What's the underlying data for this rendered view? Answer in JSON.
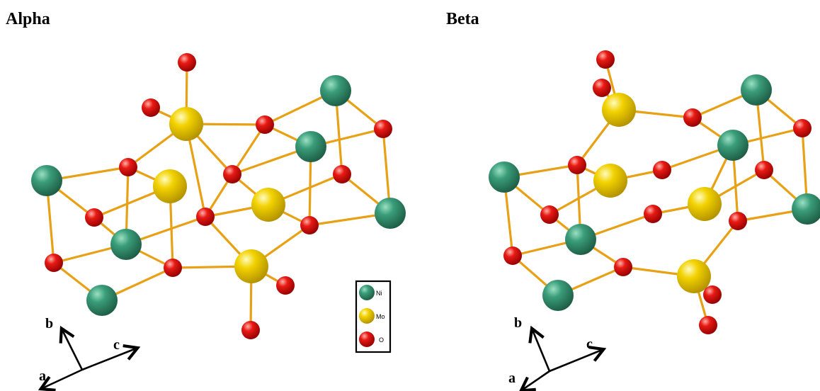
{
  "panels": [
    {
      "id": "alpha",
      "title": "Alpha"
    },
    {
      "id": "beta",
      "title": "Beta"
    }
  ],
  "axes": {
    "a": "a",
    "b": "b",
    "c": "c"
  },
  "legend": [
    {
      "label": "Ni",
      "color": "#2e8a69"
    },
    {
      "label": "Mo",
      "color": "#f2d200"
    },
    {
      "label": "O",
      "color": "#e01010"
    }
  ],
  "colors": {
    "bond": "#e8a015",
    "Ni": "#2e8a69",
    "Mo": "#f2d200",
    "O": "#e01010"
  }
}
